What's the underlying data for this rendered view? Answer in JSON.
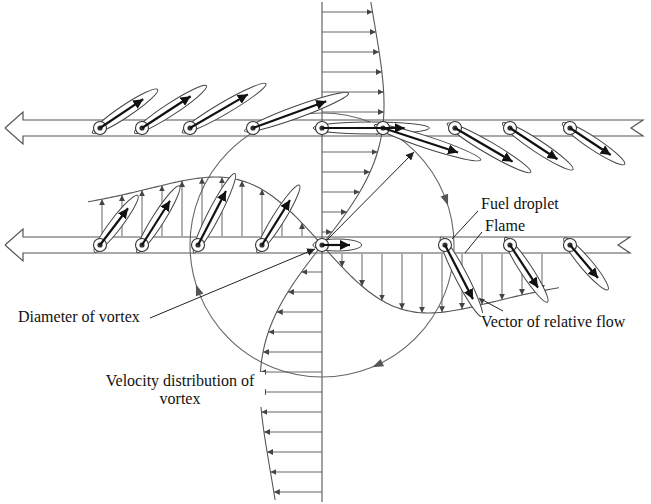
{
  "diagram": {
    "labels": [
      "Fuel droplet",
      "Flame",
      "Diameter of vortex",
      "Vector of relative flow",
      "Velocity distribution of vortex"
    ]
  }
}
